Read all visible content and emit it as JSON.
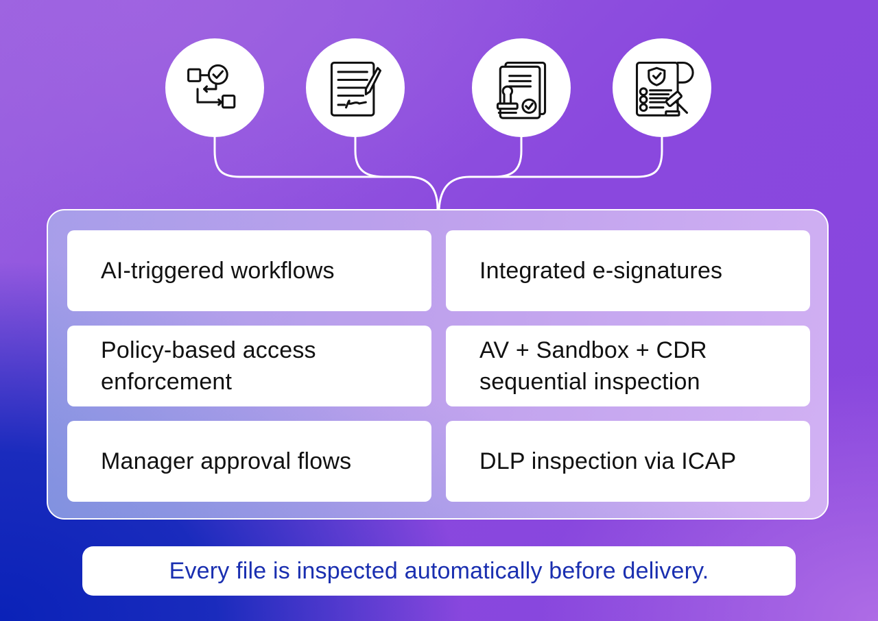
{
  "icons": [
    {
      "name": "workflow-approval-icon"
    },
    {
      "name": "signed-document-icon"
    },
    {
      "name": "stamped-approval-icon"
    },
    {
      "name": "policy-legal-icon"
    }
  ],
  "features": [
    {
      "label": "AI-triggered workflows"
    },
    {
      "label": "Integrated e-signatures"
    },
    {
      "label": "Policy-based access enforcement"
    },
    {
      "label": "AV + Sandbox + CDR sequential inspection"
    },
    {
      "label": "Manager approval flows"
    },
    {
      "label": "DLP inspection via ICAP"
    }
  ],
  "footer": {
    "text": "Every file is inspected automatically before delivery."
  },
  "colors": {
    "footer_text": "#1a2fb0",
    "card_text": "#111111",
    "line": "#ffffff"
  }
}
